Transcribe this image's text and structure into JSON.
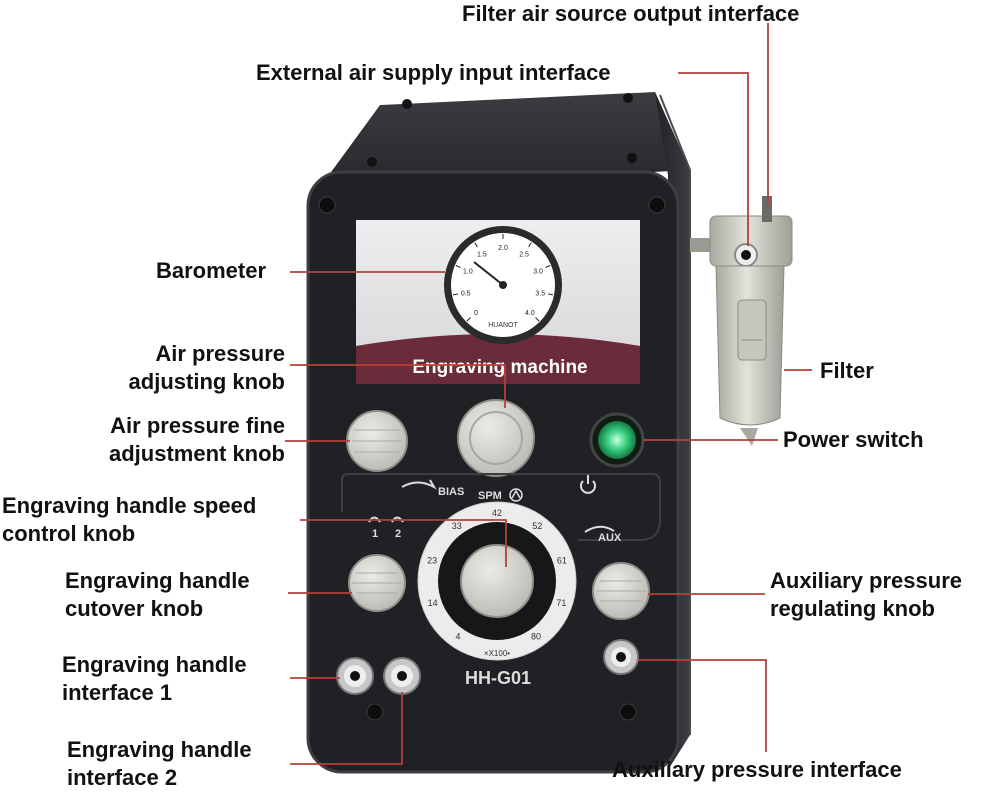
{
  "colors": {
    "leader_line": "#b5403a",
    "device_body": "#2e3033",
    "front_panel": "#1f2124",
    "panel_plate": "#e6e6e8",
    "band": "#6b2b3a",
    "knob": "#d3d3cd",
    "power_glow": "#27c26d"
  },
  "labels": {
    "filter_output": "Filter air source output interface",
    "external_input": "External air supply input interface",
    "barometer": "Barometer",
    "air_pressure_knob": [
      "Air pressure",
      "adjusting knob"
    ],
    "fine_knob": [
      "Air pressure fine",
      "adjustment knob"
    ],
    "speed_knob": [
      "Engraving handle speed",
      "control knob"
    ],
    "cutover_knob": [
      "Engraving handle",
      "cutover knob"
    ],
    "handle_interface_1": [
      "Engraving handle",
      "interface 1"
    ],
    "handle_interface_2": [
      "Engraving handle",
      "interface 2"
    ],
    "filter": "Filter",
    "power_switch": "Power switch",
    "aux_knob": [
      "Auxiliary pressure",
      "regulating knob"
    ],
    "aux_interface": "Auxiliary pressure interface"
  },
  "panel": {
    "title": "Engraving machine",
    "model": "HH-G01",
    "bias": "BIAS",
    "spm": "SPM",
    "aux": "AUX",
    "handle_1": "1",
    "handle_2": "2",
    "gauge_brand": "HUANOT",
    "gauge_ticks": [
      "0",
      "0.5",
      "1.0",
      "1.5",
      "2.0",
      "2.5",
      "3.0",
      "3.5",
      "4.0"
    ],
    "speed_unit": "×X100•",
    "dial_numbers": [
      "4",
      "14",
      "23",
      "33",
      "42",
      "52",
      "61",
      "71",
      "80"
    ]
  }
}
